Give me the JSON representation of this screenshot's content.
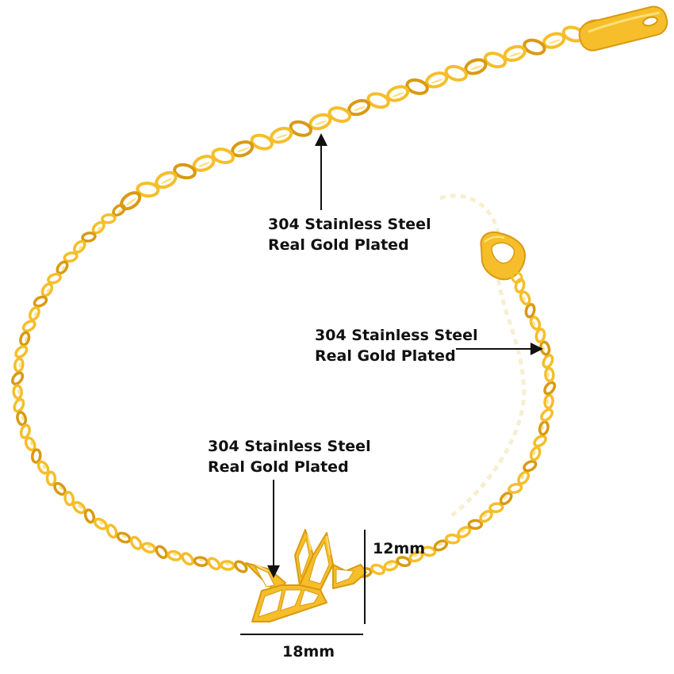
{
  "callouts": {
    "chain_top": {
      "line1": "304 Stainless Steel",
      "line2": "Real Gold Plated"
    },
    "chain_right": {
      "line1": "304 Stainless Steel",
      "line2": "Real Gold Plated"
    },
    "pendant": {
      "line1": "304 Stainless Steel",
      "line2": "Real Gold Plated"
    }
  },
  "dimensions": {
    "height": "12mm",
    "width": "18mm"
  },
  "colors": {
    "gold": "#F5BE2A",
    "gold_dark": "#D99A12",
    "gold_light": "#FCE07A",
    "text": "#111111",
    "background": "#FFFFFF"
  }
}
